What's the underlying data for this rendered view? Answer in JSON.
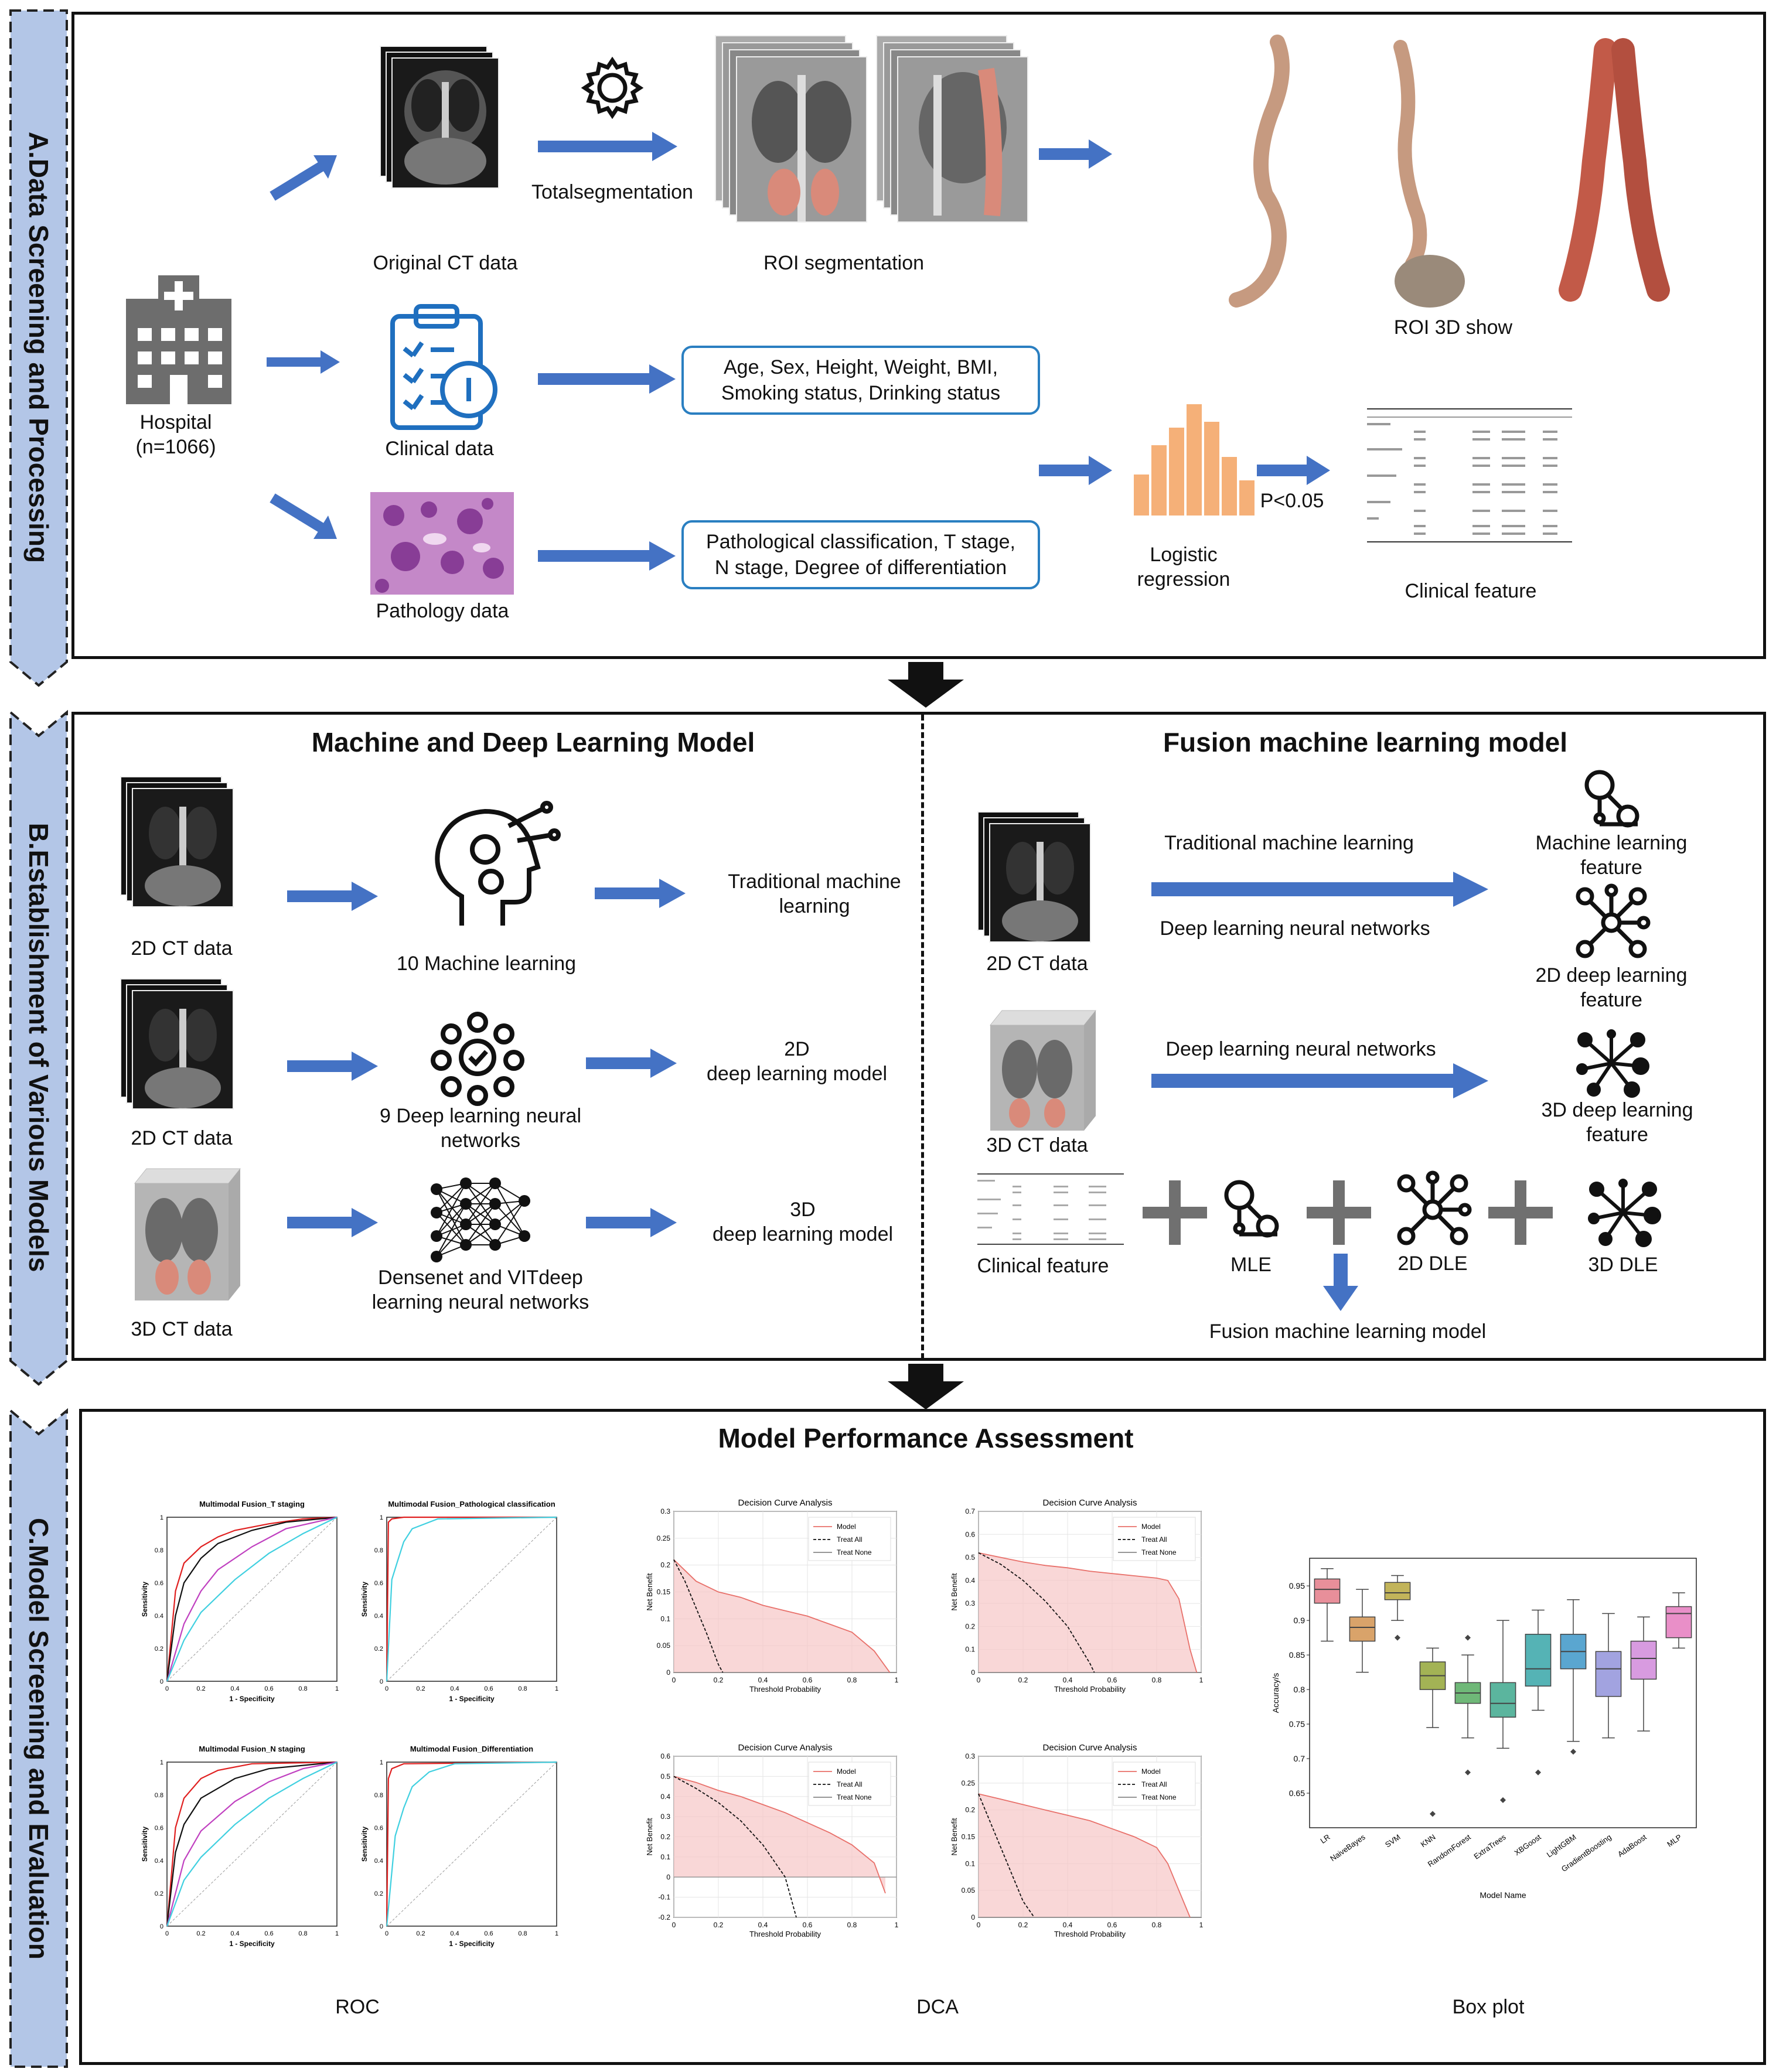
{
  "sections": {
    "a": {
      "sidebar": "A.Data Screening and Processing",
      "hospital": "Hospital",
      "hospital_n": "(n=1066)",
      "original_ct": "Original CT data",
      "totalsegmentation": "Totalsegmentation",
      "roi_segmentation": "ROI segmentation",
      "roi_3d": "ROI 3D show",
      "clinical_data": "Clinical data",
      "clinical_box_line1": "Age, Sex, Height, Weight, BMI,",
      "clinical_box_line2": "Smoking status, Drinking status",
      "pathology_data": "Pathology data",
      "pathology_box_line1": "Pathological classification, T stage,",
      "pathology_box_line2": "N stage, Degree of differentiation",
      "logistic_line1": "Logistic",
      "logistic_line2": "regression",
      "p_value": "P<0.05",
      "clinical_feature": "Clinical feature"
    },
    "b": {
      "sidebar": "B.Establishment of Various Models",
      "left_title": "Machine and Deep Learning Model",
      "right_title": "Fusion machine learning model",
      "ct2d_a": "2D CT data",
      "ml10": "10 Machine learning",
      "trad_ml_line1": "Traditional machine",
      "trad_ml_line2": "learning",
      "ct2d_b": "2D CT data",
      "dl9_line1": "9 Deep learning neural",
      "dl9_line2": "networks",
      "dl2d_line1": "2D",
      "dl2d_line2": "deep learning model",
      "ct3d": "3D CT data",
      "densenet_line1": "Densenet and VITdeep",
      "densenet_line2": "learning neural networks",
      "dl3d_line1": "3D",
      "dl3d_line2": "deep learning model",
      "r_ct2d": "2D CT data",
      "r_trad_ml": "Traditional machine learning",
      "r_dlnn_a": "Deep learning neural networks",
      "ml_feature_line1": "Machine learning",
      "ml_feature_line2": "feature",
      "dl2d_feature_line1": "2D deep learning",
      "dl2d_feature_line2": "feature",
      "r_ct3d": "3D CT data",
      "r_dlnn_b": "Deep learning neural networks",
      "dl3d_feature_line1": "3D deep learning",
      "dl3d_feature_line2": "feature",
      "r_clinical_feature": "Clinical feature",
      "mle": "MLE",
      "dle2d": "2D DLE",
      "dle3d": "3D DLE",
      "fusion_model": "Fusion machine learning model"
    },
    "c": {
      "sidebar": "C.Model Screening and Evaluation",
      "title": "Model Performance Assessment",
      "roc": "ROC",
      "dca": "DCA",
      "boxplot": "Box plot"
    }
  },
  "chart_data": [
    {
      "type": "line",
      "title": "Multimodal Fusion_T staging",
      "xlabel": "1 - Specificity",
      "ylabel": "Sensitivity",
      "xlim": [
        0,
        1
      ],
      "ylim": [
        0,
        1
      ],
      "series": [
        {
          "color": "#e02020",
          "x": [
            0,
            0.05,
            0.1,
            0.2,
            0.3,
            0.4,
            0.6,
            0.8,
            1
          ],
          "y": [
            0,
            0.55,
            0.72,
            0.82,
            0.88,
            0.92,
            0.96,
            0.99,
            1
          ]
        },
        {
          "color": "#111111",
          "x": [
            0,
            0.05,
            0.1,
            0.2,
            0.3,
            0.5,
            0.7,
            1
          ],
          "y": [
            0,
            0.4,
            0.6,
            0.75,
            0.84,
            0.92,
            0.97,
            1
          ]
        },
        {
          "color": "#c040c0",
          "x": [
            0,
            0.1,
            0.2,
            0.3,
            0.5,
            0.7,
            1
          ],
          "y": [
            0,
            0.35,
            0.55,
            0.68,
            0.82,
            0.93,
            1
          ]
        },
        {
          "color": "#40d0e0",
          "x": [
            0,
            0.1,
            0.2,
            0.4,
            0.6,
            0.8,
            1
          ],
          "y": [
            0,
            0.25,
            0.42,
            0.62,
            0.78,
            0.9,
            1
          ]
        }
      ]
    },
    {
      "type": "line",
      "title": "Multimodal Fusion_Pathological classification",
      "xlabel": "1 - Specificity",
      "ylabel": "Sensitivity",
      "xlim": [
        0,
        1
      ],
      "ylim": [
        0,
        1
      ],
      "series": [
        {
          "color": "#e02020",
          "x": [
            0,
            0.01,
            0.03,
            0.1,
            1
          ],
          "y": [
            0,
            0.97,
            0.99,
            1,
            1
          ]
        },
        {
          "color": "#40d0e0",
          "x": [
            0,
            0.03,
            0.06,
            0.1,
            0.15,
            0.3,
            1
          ],
          "y": [
            0,
            0.62,
            0.72,
            0.85,
            0.93,
            0.99,
            1
          ]
        }
      ]
    },
    {
      "type": "line",
      "title": "Multimodal Fusion_N staging",
      "xlabel": "1 - Specificity",
      "ylabel": "Sensitivity",
      "xlim": [
        0,
        1
      ],
      "ylim": [
        0,
        1
      ],
      "series": [
        {
          "color": "#e02020",
          "x": [
            0,
            0.05,
            0.1,
            0.2,
            0.3,
            0.5,
            1
          ],
          "y": [
            0,
            0.6,
            0.78,
            0.9,
            0.95,
            0.99,
            1
          ]
        },
        {
          "color": "#111111",
          "x": [
            0,
            0.05,
            0.1,
            0.2,
            0.4,
            0.6,
            1
          ],
          "y": [
            0,
            0.45,
            0.62,
            0.78,
            0.9,
            0.96,
            1
          ]
        },
        {
          "color": "#c040c0",
          "x": [
            0,
            0.1,
            0.2,
            0.4,
            0.6,
            0.8,
            1
          ],
          "y": [
            0,
            0.4,
            0.58,
            0.76,
            0.88,
            0.96,
            1
          ]
        },
        {
          "color": "#40d0e0",
          "x": [
            0,
            0.1,
            0.2,
            0.4,
            0.6,
            0.8,
            1
          ],
          "y": [
            0,
            0.28,
            0.42,
            0.62,
            0.78,
            0.9,
            1
          ]
        }
      ]
    },
    {
      "type": "line",
      "title": "Multimodal Fusion_Differentiation",
      "xlabel": "1 - Specificity",
      "ylabel": "Sensitivity",
      "xlim": [
        0,
        1
      ],
      "ylim": [
        0,
        1
      ],
      "series": [
        {
          "color": "#e02020",
          "x": [
            0,
            0.01,
            0.03,
            0.1,
            1
          ],
          "y": [
            0,
            0.9,
            0.96,
            0.99,
            1
          ]
        },
        {
          "color": "#40d0e0",
          "x": [
            0,
            0.05,
            0.1,
            0.15,
            0.25,
            0.4,
            1
          ],
          "y": [
            0,
            0.55,
            0.72,
            0.85,
            0.94,
            0.99,
            1
          ]
        }
      ]
    },
    {
      "type": "line",
      "title": "Decision Curve Analysis",
      "xlabel": "Threshold Probability",
      "ylabel": "Net Benefit",
      "xlim": [
        0,
        1
      ],
      "ylim": [
        0,
        0.3
      ],
      "yticks": [
        0,
        0.05,
        0.1,
        0.15,
        0.2,
        0.25,
        0.3
      ],
      "legend": [
        "Model",
        "Treat All",
        "Treat None"
      ],
      "series": [
        {
          "name": "Model",
          "x": [
            0,
            0.05,
            0.1,
            0.2,
            0.3,
            0.4,
            0.5,
            0.6,
            0.7,
            0.8,
            0.9,
            0.97
          ],
          "y": [
            0.21,
            0.19,
            0.17,
            0.15,
            0.14,
            0.125,
            0.115,
            0.105,
            0.09,
            0.075,
            0.04,
            0.0
          ]
        },
        {
          "name": "Treat All",
          "x": [
            0,
            0.05,
            0.1,
            0.15,
            0.2,
            0.22
          ],
          "y": [
            0.21,
            0.17,
            0.12,
            0.07,
            0.015,
            0
          ]
        }
      ]
    },
    {
      "type": "line",
      "title": "Decision Curve Analysis",
      "xlabel": "Threshold Probability",
      "ylabel": "Net Benefit",
      "xlim": [
        0,
        1
      ],
      "ylim": [
        0,
        0.7
      ],
      "yticks": [
        0,
        0.1,
        0.2,
        0.3,
        0.4,
        0.5,
        0.6,
        0.7
      ],
      "legend": [
        "Model",
        "Treat All",
        "Treat None"
      ],
      "series": [
        {
          "name": "Model",
          "x": [
            0,
            0.1,
            0.2,
            0.3,
            0.4,
            0.5,
            0.6,
            0.7,
            0.8,
            0.85,
            0.9,
            0.95,
            0.98
          ],
          "y": [
            0.52,
            0.5,
            0.48,
            0.465,
            0.455,
            0.44,
            0.43,
            0.42,
            0.41,
            0.4,
            0.32,
            0.1,
            0.0
          ]
        },
        {
          "name": "Treat All",
          "x": [
            0,
            0.1,
            0.2,
            0.3,
            0.4,
            0.5,
            0.52
          ],
          "y": [
            0.52,
            0.47,
            0.4,
            0.31,
            0.2,
            0.04,
            0
          ]
        }
      ]
    },
    {
      "type": "line",
      "title": "Decision Curve Analysis",
      "xlabel": "Threshold Probability",
      "ylabel": "Net Benefit",
      "xlim": [
        0,
        1
      ],
      "ylim": [
        -0.2,
        0.6
      ],
      "yticks": [
        -0.2,
        -0.1,
        0,
        0.1,
        0.2,
        0.3,
        0.4,
        0.5,
        0.6
      ],
      "legend": [
        "Model",
        "Treat All",
        "Treat None"
      ],
      "series": [
        {
          "name": "Model",
          "x": [
            0,
            0.1,
            0.2,
            0.3,
            0.4,
            0.5,
            0.6,
            0.7,
            0.8,
            0.9,
            0.95
          ],
          "y": [
            0.5,
            0.47,
            0.43,
            0.4,
            0.36,
            0.32,
            0.27,
            0.22,
            0.16,
            0.07,
            -0.08
          ]
        },
        {
          "name": "Treat All",
          "x": [
            0,
            0.1,
            0.2,
            0.3,
            0.4,
            0.5,
            0.55
          ],
          "y": [
            0.5,
            0.44,
            0.37,
            0.28,
            0.16,
            0.0,
            -0.2
          ]
        }
      ]
    },
    {
      "type": "line",
      "title": "Decision Curve Analysis",
      "xlabel": "Threshold Probability",
      "ylabel": "Net Benefit",
      "xlim": [
        0,
        1
      ],
      "ylim": [
        0,
        0.3
      ],
      "yticks": [
        0,
        0.05,
        0.1,
        0.15,
        0.2,
        0.25,
        0.3
      ],
      "legend": [
        "Model",
        "Treat All",
        "Treat None"
      ],
      "series": [
        {
          "name": "Model",
          "x": [
            0,
            0.1,
            0.2,
            0.3,
            0.4,
            0.5,
            0.6,
            0.7,
            0.8,
            0.85,
            0.9,
            0.95
          ],
          "y": [
            0.23,
            0.22,
            0.21,
            0.2,
            0.19,
            0.18,
            0.165,
            0.15,
            0.13,
            0.1,
            0.05,
            0.0
          ]
        },
        {
          "name": "Treat All",
          "x": [
            0,
            0.05,
            0.1,
            0.15,
            0.2,
            0.25
          ],
          "y": [
            0.23,
            0.18,
            0.13,
            0.08,
            0.03,
            0
          ]
        }
      ]
    },
    {
      "type": "box",
      "xlabel": "Model Name",
      "ylabel": "Accuracy/s",
      "ylim": [
        0.6,
        0.99
      ],
      "yticks": [
        0.65,
        0.7,
        0.75,
        0.8,
        0.85,
        0.9,
        0.95
      ],
      "categories": [
        "LR",
        "NaiveBayes",
        "SVM",
        "KNN",
        "RandomForest",
        "ExtraTrees",
        "XBGoost",
        "LightGBM",
        "GradientBoosting",
        "AdaBoost",
        "MLP"
      ],
      "colors": [
        "#e88f9a",
        "#d9a36a",
        "#c2b45a",
        "#a3b355",
        "#6fb878",
        "#5bb59e",
        "#55b3b5",
        "#5aa6d0",
        "#a2a3e0",
        "#d89be0",
        "#e98fc8"
      ],
      "boxes": [
        {
          "min": 0.87,
          "q1": 0.925,
          "median": 0.945,
          "q3": 0.96,
          "max": 0.975,
          "outliers": []
        },
        {
          "min": 0.825,
          "q1": 0.87,
          "median": 0.89,
          "q3": 0.905,
          "max": 0.945,
          "outliers": []
        },
        {
          "min": 0.9,
          "q1": 0.93,
          "median": 0.94,
          "q3": 0.955,
          "max": 0.965,
          "outliers": [
            0.875
          ]
        },
        {
          "min": 0.745,
          "q1": 0.8,
          "median": 0.82,
          "q3": 0.84,
          "max": 0.86,
          "outliers": [
            0.62
          ]
        },
        {
          "min": 0.73,
          "q1": 0.78,
          "median": 0.795,
          "q3": 0.81,
          "max": 0.85,
          "outliers": [
            0.875,
            0.68
          ]
        },
        {
          "min": 0.715,
          "q1": 0.76,
          "median": 0.78,
          "q3": 0.81,
          "max": 0.9,
          "outliers": [
            0.64
          ]
        },
        {
          "min": 0.77,
          "q1": 0.805,
          "median": 0.83,
          "q3": 0.88,
          "max": 0.915,
          "outliers": [
            0.68
          ]
        },
        {
          "min": 0.725,
          "q1": 0.83,
          "median": 0.855,
          "q3": 0.88,
          "max": 0.93,
          "outliers": [
            0.71
          ]
        },
        {
          "min": 0.73,
          "q1": 0.79,
          "median": 0.83,
          "q3": 0.855,
          "max": 0.91,
          "outliers": []
        },
        {
          "min": 0.74,
          "q1": 0.815,
          "median": 0.845,
          "q3": 0.87,
          "max": 0.905,
          "outliers": []
        },
        {
          "min": 0.86,
          "q1": 0.875,
          "median": 0.91,
          "q3": 0.92,
          "max": 0.94,
          "outliers": []
        }
      ]
    }
  ]
}
